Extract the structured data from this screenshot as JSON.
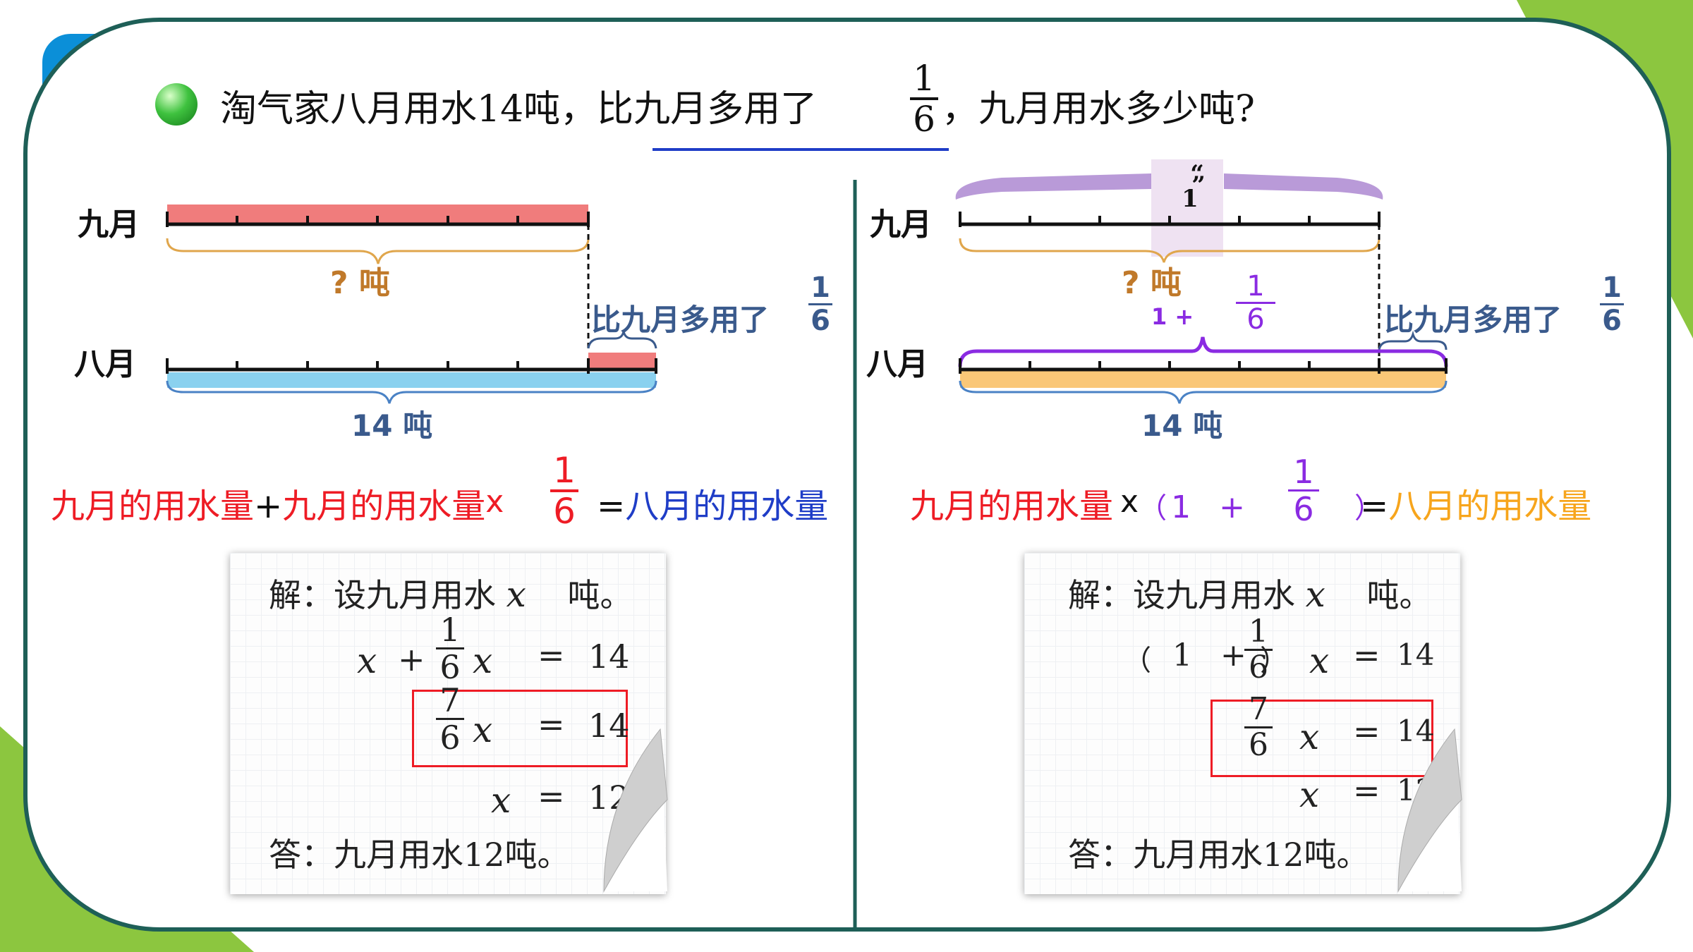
{
  "question": {
    "text_a": "淘气家八月用水14吨，比九月多用了",
    "frac_num": "1",
    "frac_den": "6",
    "text_b": "，九月用水多少吨?"
  },
  "left": {
    "label_sept": "九月",
    "label_aug": "八月",
    "q_mark": "?",
    "q_unit": "吨",
    "more_text": "比九月多用了",
    "more_num": "1",
    "more_den": "6",
    "aug_value": "14 吨",
    "eq": {
      "t1": "九月的用水量",
      "plus": "+",
      "t2": "九月的用水量",
      "times": "x",
      "num": "1",
      "den": "6",
      "eqsign": "=",
      "t3": "八月的用水量"
    },
    "solution": {
      "line1": "解：设九月用水",
      "var": "x",
      "unit": "吨。",
      "l2_x": "x",
      "l2_plus": "+",
      "l2_num": "1",
      "l2_den": "6",
      "l2_x2": "x",
      "l2_eq": "=",
      "l2_val": "14",
      "l3_num": "7",
      "l3_den": "6",
      "l3_x": "x",
      "l3_eq": "=",
      "l3_val": "14",
      "l4_x": "x",
      "l4_eq": "=",
      "l4_val": "12",
      "answer": "答：九月用水12吨。"
    }
  },
  "right": {
    "label_sept": "九月",
    "label_aug": "八月",
    "unit_quote_open": "“",
    "unit_one": "1",
    "unit_quote_close": "”",
    "q_mark": "?",
    "q_unit": "吨",
    "one_plus": "1 +",
    "op_num": "1",
    "op_den": "6",
    "more_text": "比九月多用了",
    "more_num": "1",
    "more_den": "6",
    "aug_value": "14 吨",
    "eq": {
      "t1": "九月的用水量",
      "times": "x",
      "lp": "（",
      "one": "1",
      "plus": "+",
      "num": "1",
      "den": "6",
      "rp": "）",
      "eqsign": "=",
      "t3": "八月的用水量"
    },
    "solution": {
      "line1": "解：设九月用水",
      "var": "x",
      "unit": "吨。",
      "l2_lp": "（",
      "l2_one": "1",
      "l2_plus": "+",
      "l2_num": "1",
      "l2_den": "6",
      "l2_rp": "）",
      "l2_x": "x",
      "l2_eq": "=",
      "l2_val": "14",
      "l3_num": "7",
      "l3_den": "6",
      "l3_x": "x",
      "l3_eq": "=",
      "l3_val": "14",
      "l4_x": "x",
      "l4_eq": "=",
      "l4_val": "12",
      "answer": "答：九月用水12吨。"
    }
  },
  "colors": {
    "frame": "#1e5f57",
    "green": "#8cc63f",
    "red": "#ee1c25",
    "blue": "#1f3dc7",
    "orange": "#f7a51c",
    "purple": "#8a2be2",
    "brown": "#c0792a",
    "darkblue": "#3a5a8c"
  }
}
